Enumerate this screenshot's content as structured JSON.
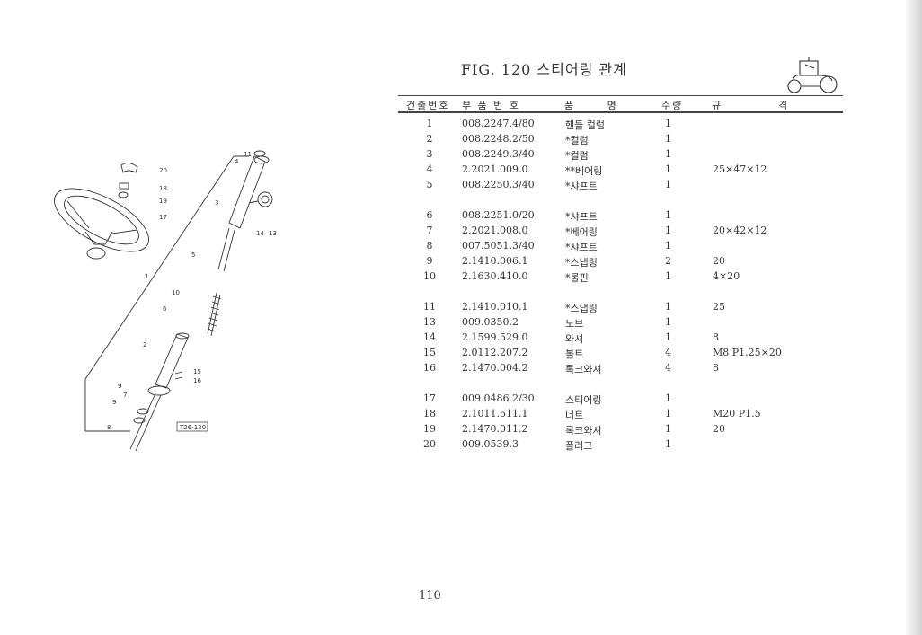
{
  "title": "FIG. 120 스티어링 관계",
  "icon": "tractor-icon",
  "headers": {
    "no": "건출번호",
    "part_no": "부 품 번 호",
    "name": "품 명",
    "qty": "수량",
    "spec_a": "규",
    "spec_b": "격"
  },
  "rows": [
    {
      "no": "1",
      "part": "008.2247.4/80",
      "name": "핸들 컬럼",
      "qty": "1",
      "spec": ""
    },
    {
      "no": "2",
      "part": "008.2248.2/50",
      "name": "*컬럼",
      "qty": "1",
      "spec": ""
    },
    {
      "no": "3",
      "part": "008.2249.3/40",
      "name": "*컬럼",
      "qty": "1",
      "spec": ""
    },
    {
      "no": "4",
      "part": "2.2021.009.0",
      "name": "**베어링",
      "qty": "1",
      "spec": "25×47×12"
    },
    {
      "no": "5",
      "part": "008.2250.3/40",
      "name": "*샤프트",
      "qty": "1",
      "spec": ""
    },
    {
      "no": "6",
      "part": "008.2251.0/20",
      "name": "*샤프트",
      "qty": "1",
      "spec": ""
    },
    {
      "no": "7",
      "part": "2.2021.008.0",
      "name": "*베어링",
      "qty": "1",
      "spec": "20×42×12"
    },
    {
      "no": "8",
      "part": "007.5051.3/40",
      "name": "*샤프트",
      "qty": "1",
      "spec": ""
    },
    {
      "no": "9",
      "part": "2.1410.006.1",
      "name": "*스냅링",
      "qty": "2",
      "spec": "20"
    },
    {
      "no": "10",
      "part": "2.1630.410.0",
      "name": "*롤핀",
      "qty": "1",
      "spec": "4×20"
    },
    {
      "no": "11",
      "part": "2.1410.010.1",
      "name": "*스냅링",
      "qty": "1",
      "spec": "25"
    },
    {
      "no": "13",
      "part": "009.0350.2",
      "name": "노브",
      "qty": "1",
      "spec": ""
    },
    {
      "no": "14",
      "part": "2.1599.529.0",
      "name": "와셔",
      "qty": "1",
      "spec": "8"
    },
    {
      "no": "15",
      "part": "2.0112.207.2",
      "name": "볼트",
      "qty": "4",
      "spec": "M8 P1.25×20"
    },
    {
      "no": "16",
      "part": "2.1470.004.2",
      "name": "록크와셔",
      "qty": "4",
      "spec": "8"
    },
    {
      "no": "17",
      "part": "009.0486.2/30",
      "name": "스티어링",
      "qty": "1",
      "spec": ""
    },
    {
      "no": "18",
      "part": "2.1011.511.1",
      "name": "너트",
      "qty": "1",
      "spec": "M20 P1.5"
    },
    {
      "no": "19",
      "part": "2.1470.011.2",
      "name": "록크와셔",
      "qty": "1",
      "spec": "20"
    },
    {
      "no": "20",
      "part": "009.0539.3",
      "name": "플러그",
      "qty": "1",
      "spec": ""
    }
  ],
  "diagram": {
    "callouts": [
      "20",
      "18",
      "19",
      "17",
      "11",
      "4",
      "3",
      "14",
      "13",
      "5",
      "1",
      "10",
      "6",
      "2",
      "15",
      "16",
      "9",
      "7",
      "9",
      "8"
    ],
    "ref": "T26-120"
  },
  "page_number": "110"
}
